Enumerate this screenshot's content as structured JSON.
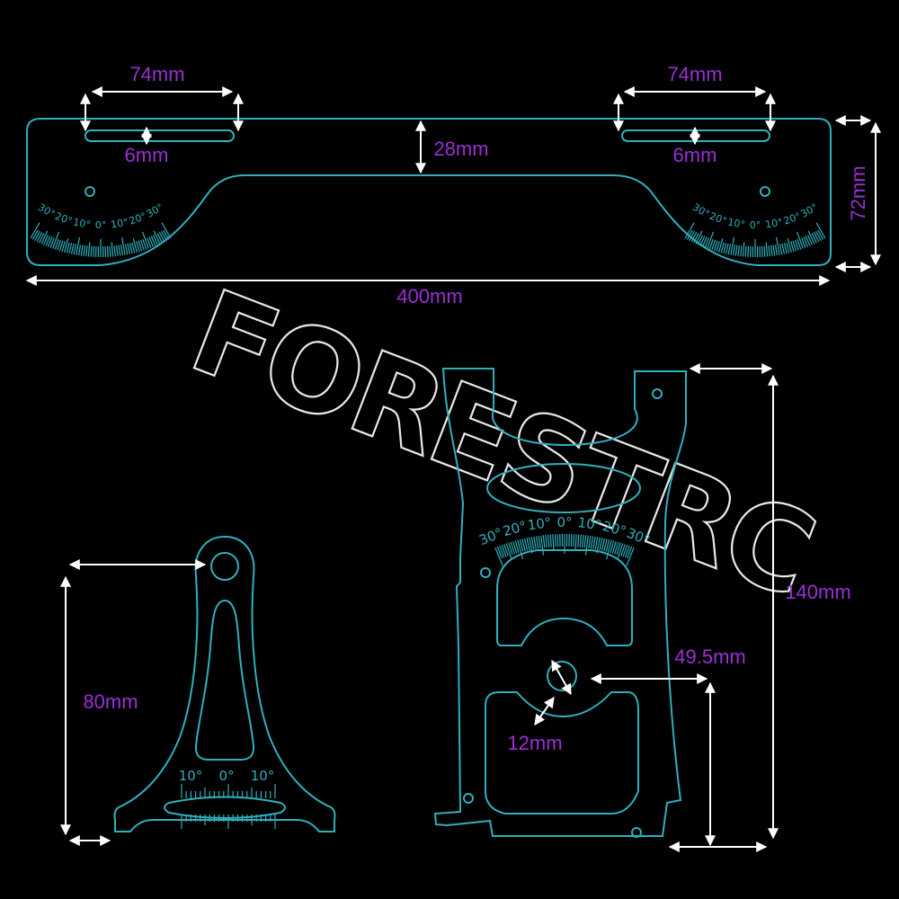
{
  "watermark": "FORESTRC",
  "colors": {
    "outline": "#2fb0bd",
    "label": "#9b2fd6",
    "dimension": "#ffffff",
    "background": "#000000"
  },
  "ruler": {
    "slot_length_left": "74mm",
    "slot_length_right": "74mm",
    "slot_width_left": "6mm",
    "slot_width_right": "6mm",
    "center_height": "28mm",
    "height": "72mm",
    "length": "400mm",
    "scale_labels": [
      "30°",
      "20°",
      "10°",
      "0°",
      "10°",
      "20°",
      "30°"
    ]
  },
  "small_gauge": {
    "ring_offset_label": "",
    "height": "80mm",
    "scale_labels": [
      "10°",
      "0°",
      "10°"
    ]
  },
  "frame_gauge": {
    "height": "140mm",
    "hole_offset": "49.5mm",
    "hole_diameter": "12mm",
    "scale_labels": [
      "30°",
      "20°",
      "10°",
      "0°",
      "10°",
      "20°",
      "30°"
    ]
  }
}
